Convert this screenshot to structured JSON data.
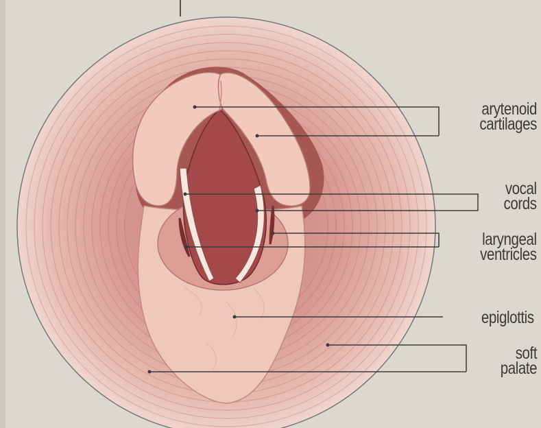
{
  "labels": {
    "arytenoid": [
      "arytenoid",
      "cartilages"
    ],
    "vocal": [
      "vocal",
      "cords"
    ],
    "laryngeal": [
      "laryngeal",
      "ventricles"
    ],
    "epiglottis": [
      "epiglottis"
    ],
    "soft_palate": [
      "soft",
      "palate"
    ]
  },
  "colors": {
    "background": "#dcd8cf",
    "throat_outer": "#e9c5bb",
    "throat_ring": "#b06a66",
    "cartilage": "#f2c9bb",
    "glottis": "#a5484a",
    "leader_line": "#3a3a3a"
  }
}
